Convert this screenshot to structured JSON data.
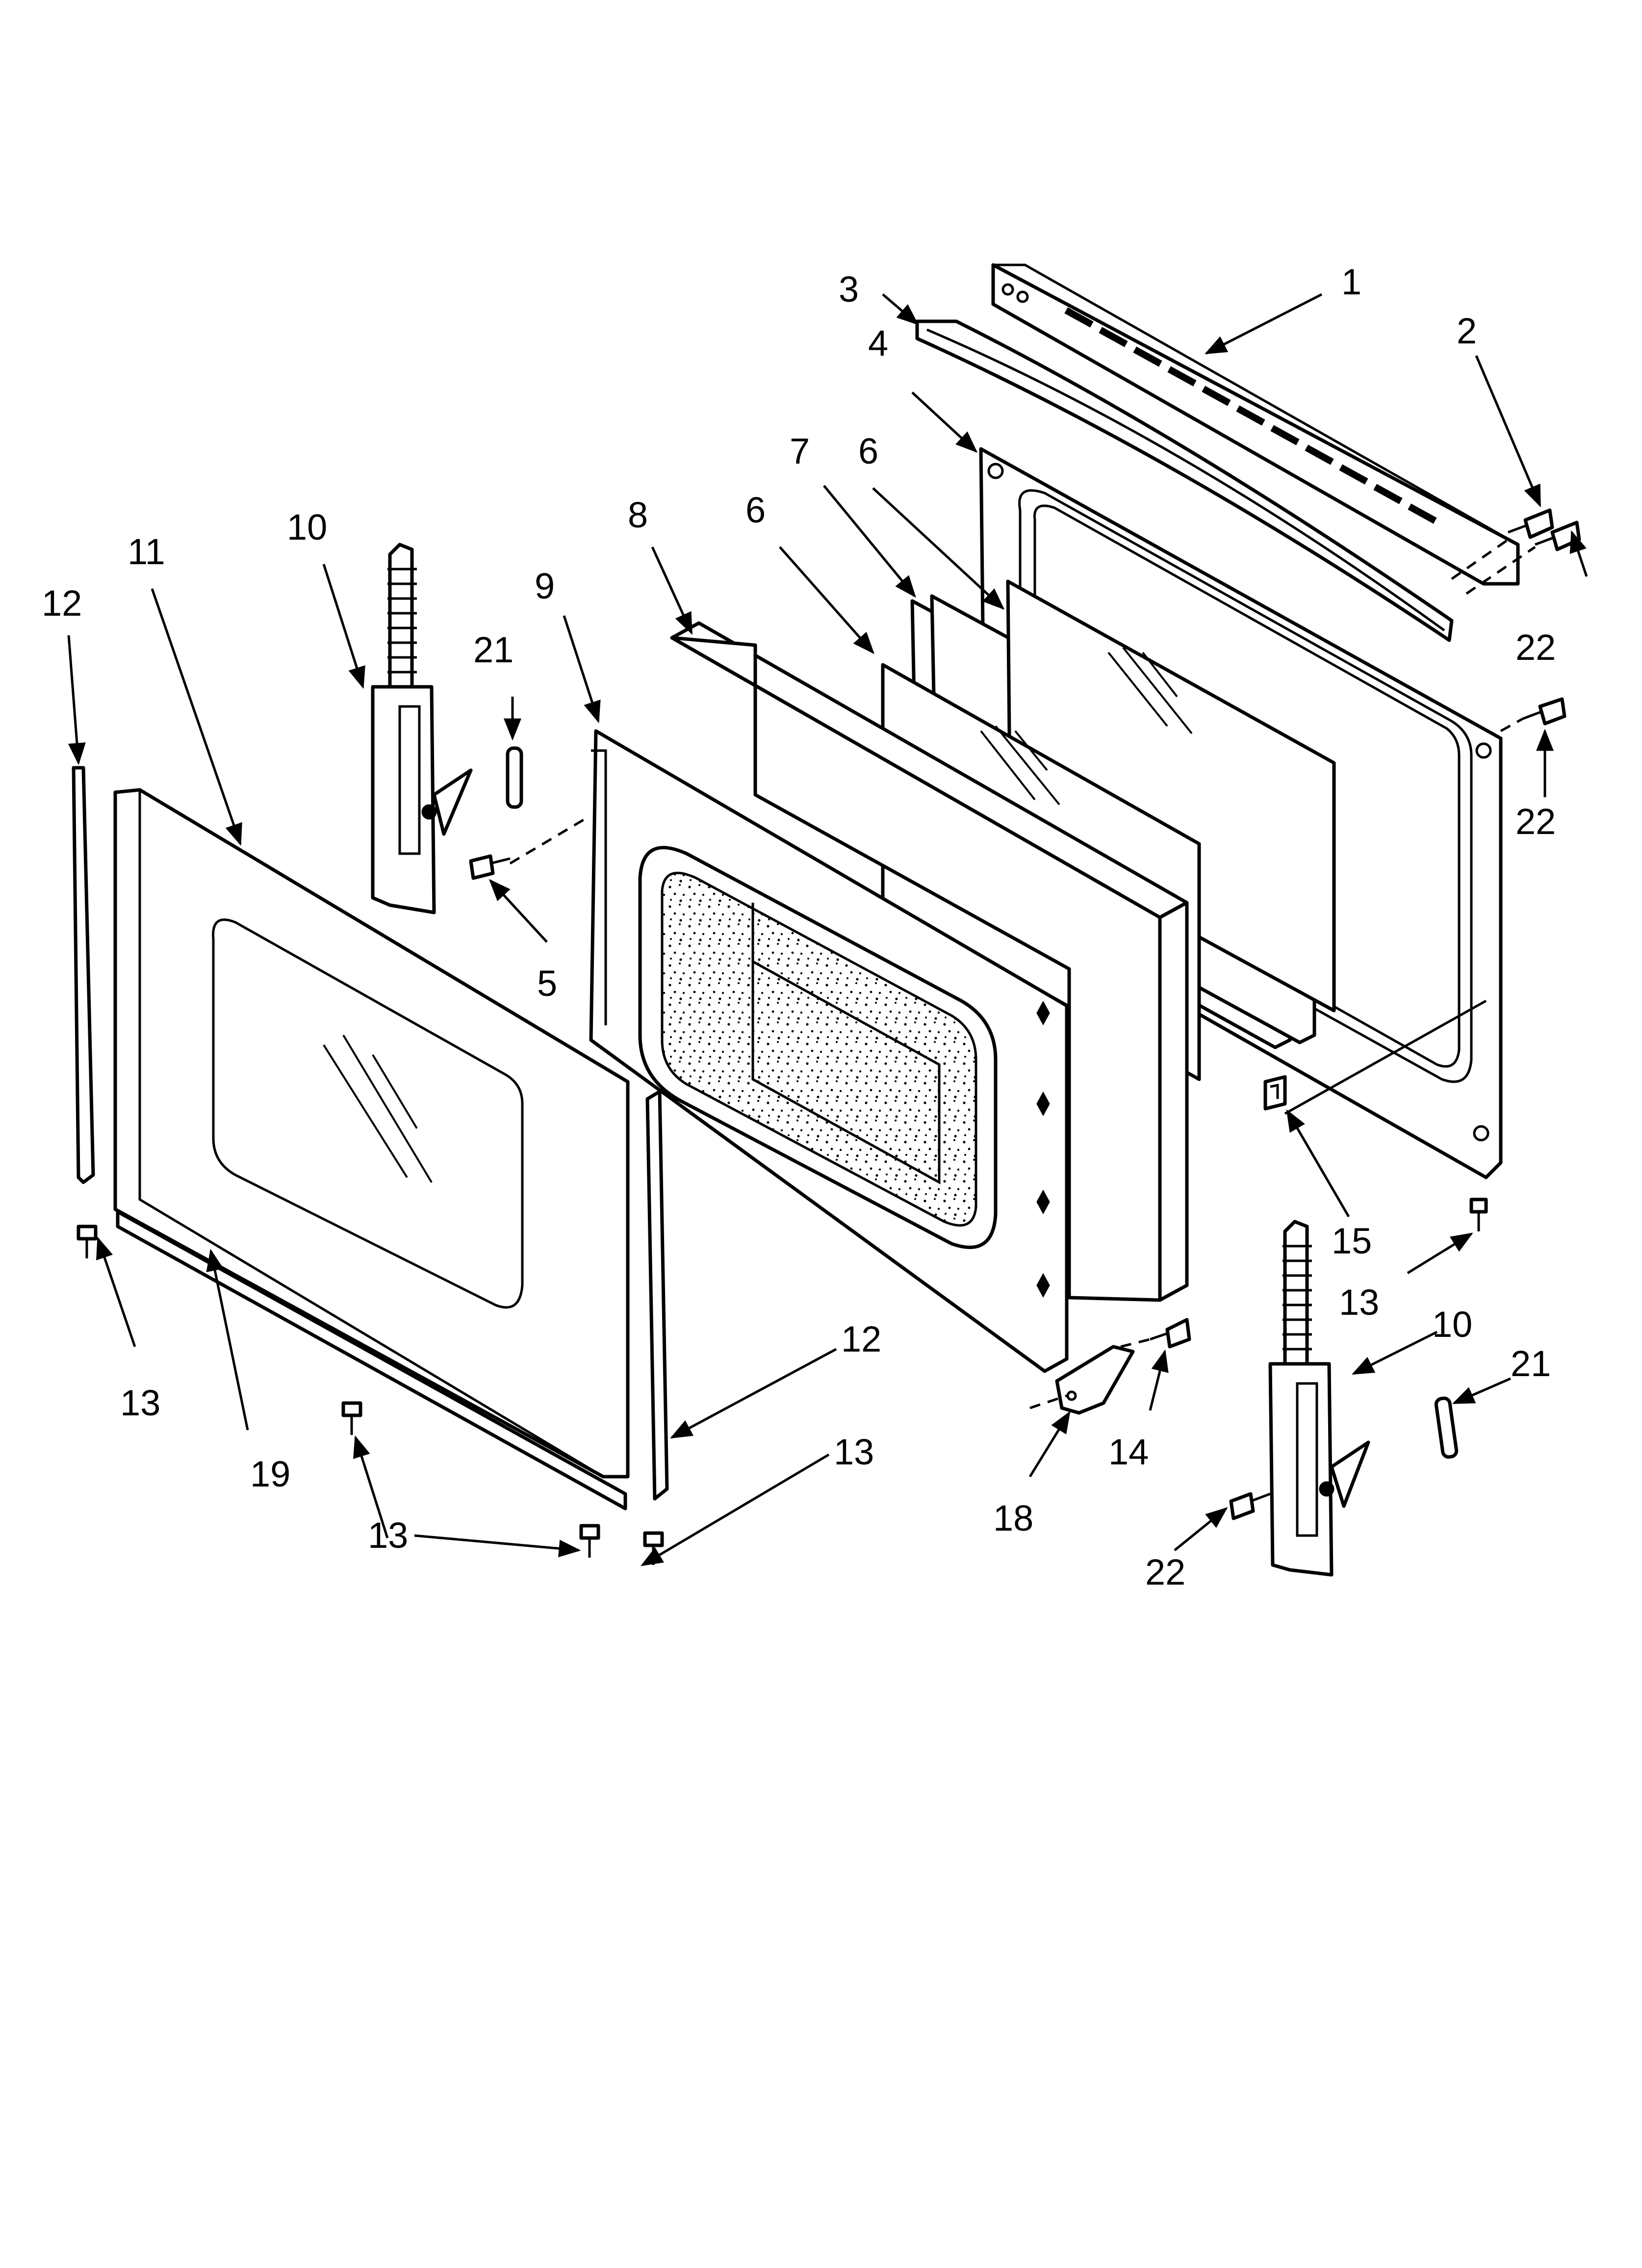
{
  "diagram": {
    "type": "exploded-parts-diagram",
    "callouts": [
      {
        "id": "c1",
        "label": "1"
      },
      {
        "id": "c2",
        "label": "2"
      },
      {
        "id": "c3",
        "label": "3"
      },
      {
        "id": "c4",
        "label": "4"
      },
      {
        "id": "c5",
        "label": "5"
      },
      {
        "id": "c6a",
        "label": "6"
      },
      {
        "id": "c6b",
        "label": "6"
      },
      {
        "id": "c7",
        "label": "7"
      },
      {
        "id": "c8",
        "label": "8"
      },
      {
        "id": "c9",
        "label": "9"
      },
      {
        "id": "c10a",
        "label": "10"
      },
      {
        "id": "c10b",
        "label": "10"
      },
      {
        "id": "c11",
        "label": "11"
      },
      {
        "id": "c12a",
        "label": "12"
      },
      {
        "id": "c12b",
        "label": "12"
      },
      {
        "id": "c13a",
        "label": "13"
      },
      {
        "id": "c13b",
        "label": "13"
      },
      {
        "id": "c13c",
        "label": "13"
      },
      {
        "id": "c13d",
        "label": "13"
      },
      {
        "id": "c14",
        "label": "14"
      },
      {
        "id": "c15",
        "label": "15"
      },
      {
        "id": "c18",
        "label": "18"
      },
      {
        "id": "c19",
        "label": "19"
      },
      {
        "id": "c21a",
        "label": "21"
      },
      {
        "id": "c21b",
        "label": "21"
      },
      {
        "id": "c22a",
        "label": "22"
      },
      {
        "id": "c22b",
        "label": "22"
      },
      {
        "id": "c22c",
        "label": "22"
      }
    ]
  }
}
